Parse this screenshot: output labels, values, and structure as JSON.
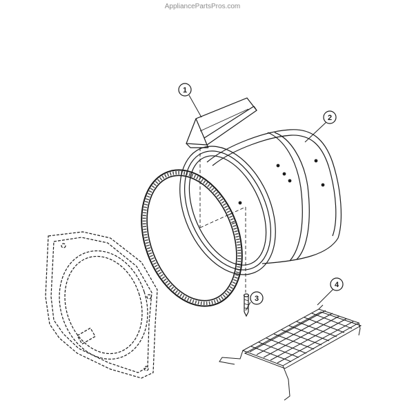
{
  "watermark": "AppliancePartsPros.com",
  "callouts": [
    {
      "number": "1",
      "part": "drum baffle"
    },
    {
      "number": "2",
      "part": "drum"
    },
    {
      "number": "3",
      "part": "screw"
    },
    {
      "number": "4",
      "part": "drying rack"
    }
  ],
  "colors": {
    "line": "#1a1a1a",
    "watermark": "#8c8c8c",
    "background": "#ffffff"
  }
}
